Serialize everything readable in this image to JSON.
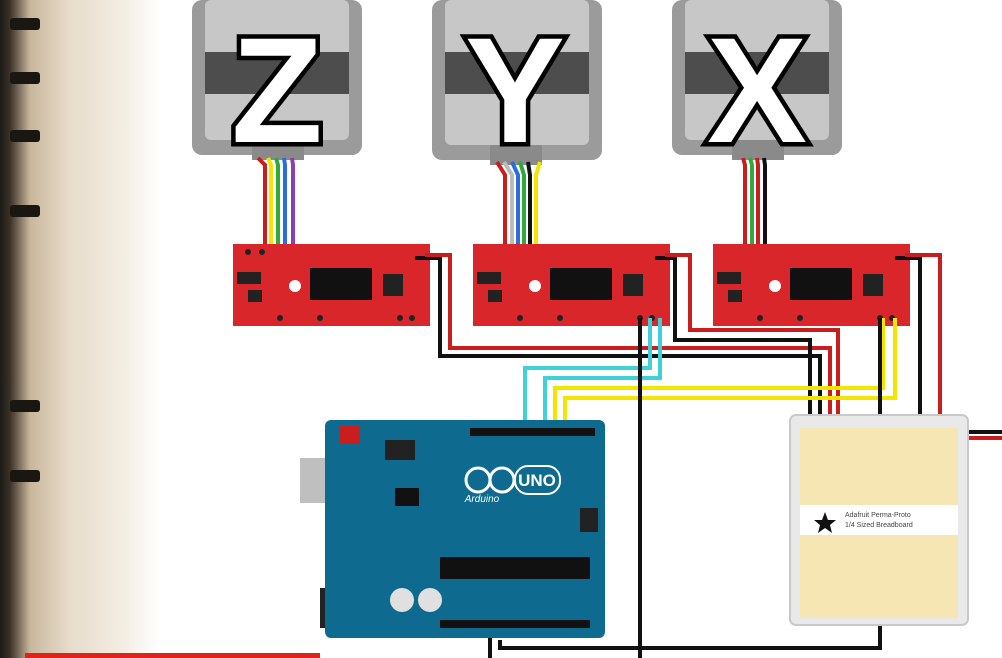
{
  "motors": [
    {
      "label": "Z"
    },
    {
      "label": "Y"
    },
    {
      "label": "X"
    }
  ],
  "arduino": {
    "logo_text": "UNO",
    "brand_text": "Arduino"
  },
  "breadboard": {
    "label_line1": "Adafruit Perma-Proto",
    "label_line2": "1/4 Sized Breadboard"
  },
  "colors": {
    "driver_red": "#d8262a",
    "arduino_blue": "#0e6a8f",
    "breadboard_tan": "#f6e6b4",
    "wire_red": "#c81e1e",
    "wire_black": "#111111",
    "wire_yellow": "#f2e600",
    "wire_cyan": "#3fd0d8",
    "wire_blue": "#2b6de0",
    "wire_green": "#2faa3a",
    "progress_red": "#e0221b"
  },
  "video_progress": 0.29
}
